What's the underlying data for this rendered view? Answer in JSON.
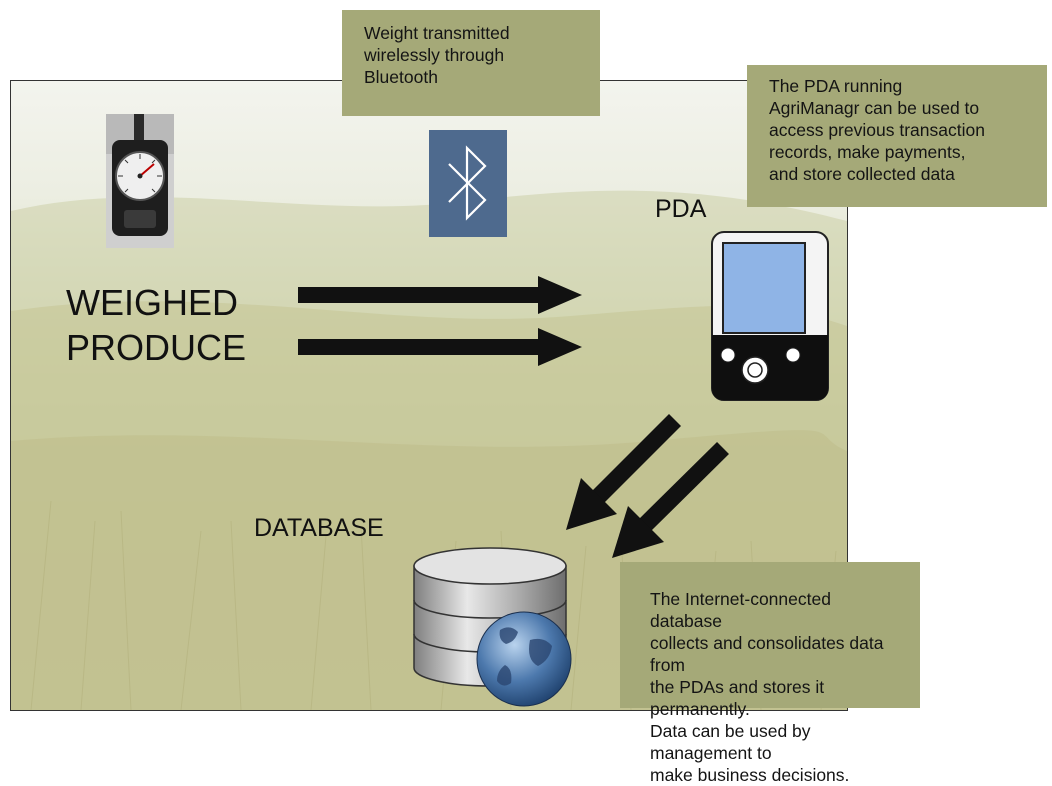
{
  "notes": {
    "bluetooth": [
      "Weight transmitted",
      "wirelessly through",
      "Bluetooth"
    ],
    "pda": [
      "The PDA running",
      "AgriManagr can be used to",
      "access previous transaction",
      "records, make payments,",
      "and store collected data"
    ],
    "database": [
      "The Internet-connected database",
      "collects and consolidates data from",
      "the PDAs and stores it permanently.",
      "Data can be used by management to",
      "make business decisions."
    ]
  },
  "labels": {
    "produce": [
      "WEIGHED",
      "PRODUCE"
    ],
    "pda": "PDA",
    "database": "DATABASE"
  },
  "icons": [
    "weighing-scale-icon",
    "bluetooth-icon",
    "pda-device-icon",
    "database-icon",
    "globe-icon"
  ],
  "colors": {
    "note_background": "#a5a978",
    "bluetooth_box": "#4e6a8e",
    "pda_screen": "#8fb4e6",
    "arrow": "#111111"
  }
}
